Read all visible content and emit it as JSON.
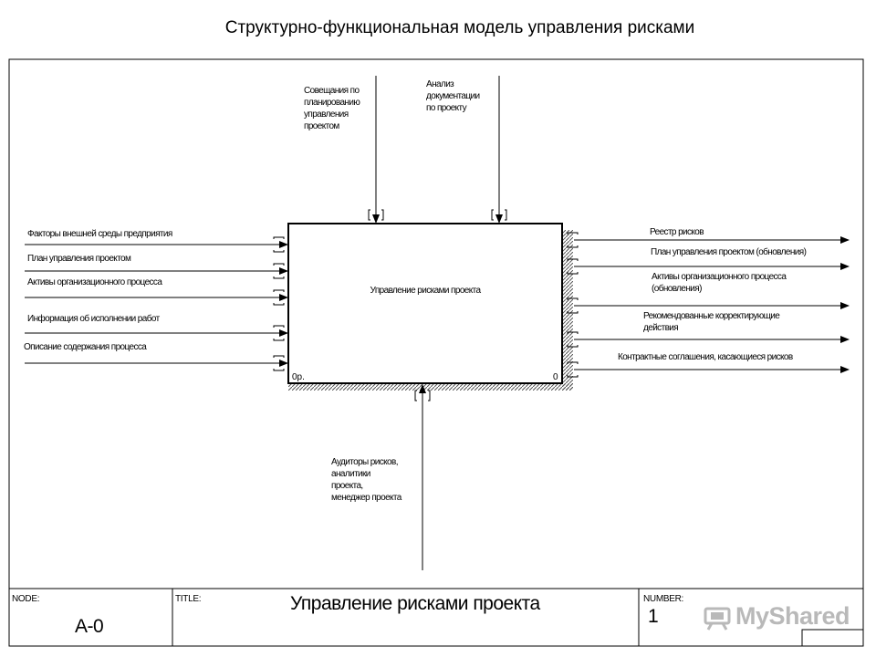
{
  "title": "Структурно-функциональная модель управления рисками",
  "activity": {
    "label": "Управление рисками проекта",
    "number": "0р.",
    "cost": "0"
  },
  "controls": [
    "Совещания по\nпланированию\nуправления\nпроектом",
    "Анализ\nдокументации\nпо проекту"
  ],
  "inputs": [
    "Факторы внешней среды предприятия",
    "План управления проектом",
    "Активы организационного процесса",
    "Информация об исполнении работ",
    "Описание содержания процесса"
  ],
  "outputs": [
    "Реестр рисков",
    "План управления проектом (обновления)",
    "Активы организационного процесса\n(обновления)",
    "Рекомендованные корректирующие\nдействия",
    "Контрактные соглашения, касающиеся рисков"
  ],
  "mechanism": "Аудиторы рисков,\nаналитики\nпроекта,\nменеджер проекта",
  "footer": {
    "node_label": "NODE:",
    "node_value": "A-0",
    "title_label": "TITLE:",
    "title_value": "Управление рисками проекта",
    "number_label": "NUMBER:",
    "number_value": "1"
  },
  "watermark": "MyShared"
}
